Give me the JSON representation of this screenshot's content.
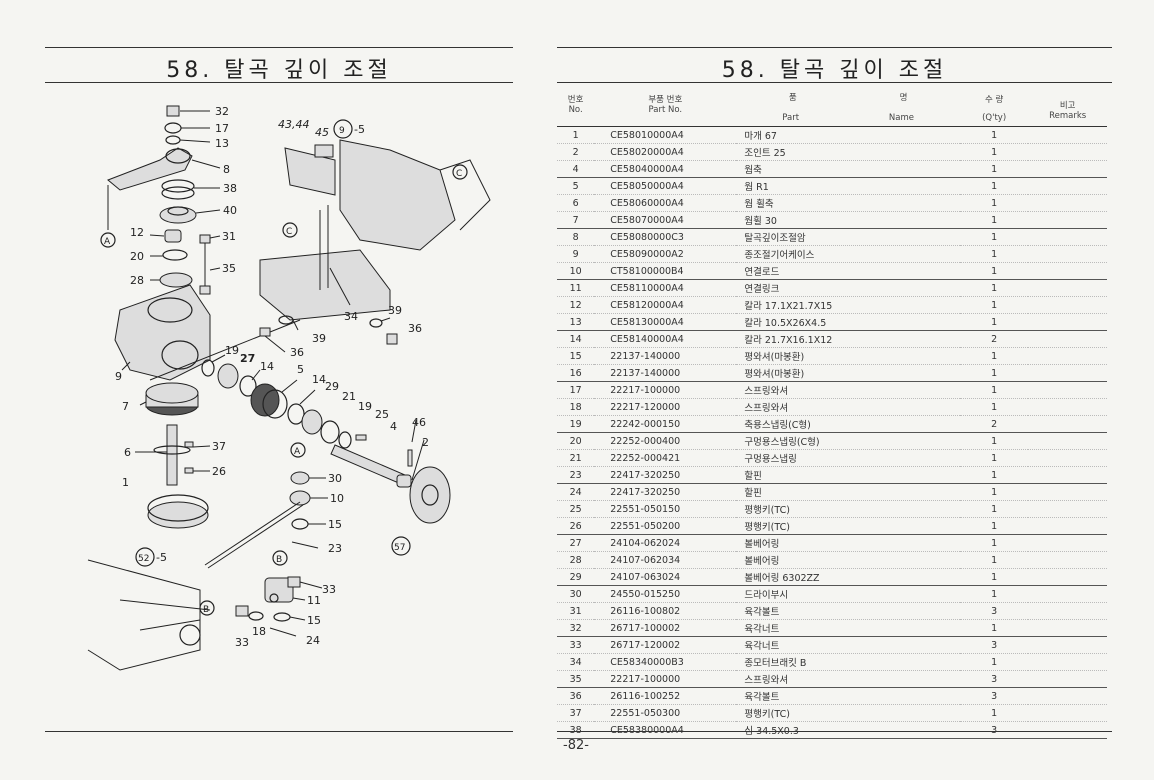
{
  "left": {
    "title": "58. 탈곡 깊이 조절",
    "callouts": [
      {
        "id": "c32",
        "text": "32"
      },
      {
        "id": "c17",
        "text": "17"
      },
      {
        "id": "c13",
        "text": "13"
      },
      {
        "id": "c8",
        "text": "8"
      },
      {
        "id": "c38",
        "text": "38"
      },
      {
        "id": "c40",
        "text": "40"
      },
      {
        "id": "c12",
        "text": "12"
      },
      {
        "id": "c31",
        "text": "31"
      },
      {
        "id": "c20",
        "text": "20"
      },
      {
        "id": "c35",
        "text": "35"
      },
      {
        "id": "c28",
        "text": "28"
      },
      {
        "id": "c9",
        "text": "9"
      },
      {
        "id": "c19",
        "text": "19"
      },
      {
        "id": "c27",
        "text": "27"
      },
      {
        "id": "c14",
        "text": "14"
      },
      {
        "id": "c5",
        "text": "5"
      },
      {
        "id": "c14b",
        "text": "14"
      },
      {
        "id": "c29",
        "text": "29"
      },
      {
        "id": "c21",
        "text": "21"
      },
      {
        "id": "c19b",
        "text": "19"
      },
      {
        "id": "c25",
        "text": "25"
      },
      {
        "id": "c4",
        "text": "4"
      },
      {
        "id": "c46",
        "text": "46"
      },
      {
        "id": "c2",
        "text": "2"
      },
      {
        "id": "c7",
        "text": "7"
      },
      {
        "id": "c6",
        "text": "6"
      },
      {
        "id": "c37",
        "text": "37"
      },
      {
        "id": "c26",
        "text": "26"
      },
      {
        "id": "c1",
        "text": "1"
      },
      {
        "id": "c30",
        "text": "30"
      },
      {
        "id": "c10",
        "text": "10"
      },
      {
        "id": "c15",
        "text": "15"
      },
      {
        "id": "c23",
        "text": "23"
      },
      {
        "id": "c52",
        "text": "52"
      },
      {
        "id": "c52s",
        "text": "-5"
      },
      {
        "id": "c33",
        "text": "33"
      },
      {
        "id": "c11",
        "text": "11"
      },
      {
        "id": "c15b",
        "text": "15"
      },
      {
        "id": "c18",
        "text": "18"
      },
      {
        "id": "c33b",
        "text": "33"
      },
      {
        "id": "c24",
        "text": "24"
      },
      {
        "id": "c43",
        "text": "43,44"
      },
      {
        "id": "c45",
        "text": "45"
      },
      {
        "id": "c9r",
        "text": "9"
      },
      {
        "id": "c9rs",
        "text": "-5"
      },
      {
        "id": "c36",
        "text": "36"
      },
      {
        "id": "c39",
        "text": "39"
      },
      {
        "id": "c34",
        "text": "34"
      },
      {
        "id": "c39b",
        "text": "39"
      },
      {
        "id": "c36b",
        "text": "36"
      },
      {
        "id": "c57",
        "text": "57"
      },
      {
        "id": "cA1",
        "text": "A"
      },
      {
        "id": "cA2",
        "text": "A"
      },
      {
        "id": "cB1",
        "text": "B"
      },
      {
        "id": "cB2",
        "text": "B"
      },
      {
        "id": "cC1",
        "text": "C"
      },
      {
        "id": "cC2",
        "text": "C"
      }
    ]
  },
  "right": {
    "title": "58. 탈곡 깊이 조절",
    "headers": {
      "no_ko": "번호",
      "no_en": "No.",
      "part_ko": "부품 번호",
      "part_en": "Part  No.",
      "name_ko_1": "품",
      "name_ko_2": "명",
      "name_en_1": "Part",
      "name_en_2": "Name",
      "qty_ko": "수  량",
      "qty_en": "(Q'ty)",
      "remarks_ko": "비고",
      "remarks_en": "Remarks"
    },
    "rows": [
      {
        "no": "1",
        "part": "CE58010000A4",
        "name": "마개 67",
        "qty": "1"
      },
      {
        "no": "2",
        "part": "CE58020000A4",
        "name": "조인트 25",
        "qty": "1"
      },
      {
        "no": "4",
        "part": "CE58040000A4",
        "name": "웜축",
        "qty": "1"
      },
      {
        "no": "5",
        "part": "CE58050000A4",
        "name": "웜 R1",
        "qty": "1"
      },
      {
        "no": "6",
        "part": "CE58060000A4",
        "name": "웜 휠축",
        "qty": "1"
      },
      {
        "no": "7",
        "part": "CE58070000A4",
        "name": "웜휠 30",
        "qty": "1"
      },
      {
        "no": "8",
        "part": "CE58080000C3",
        "name": "탈곡깊이조절암",
        "qty": "1"
      },
      {
        "no": "9",
        "part": "CE58090000A2",
        "name": "종조절기어케이스",
        "qty": "1"
      },
      {
        "no": "10",
        "part": "CT58100000B4",
        "name": "연결로드",
        "qty": "1"
      },
      {
        "no": "11",
        "part": "CE58110000A4",
        "name": "연결링크",
        "qty": "1"
      },
      {
        "no": "12",
        "part": "CE58120000A4",
        "name": "칼라 17.1X21.7X15",
        "qty": "1"
      },
      {
        "no": "13",
        "part": "CE58130000A4",
        "name": "칼라 10.5X26X4.5",
        "qty": "1"
      },
      {
        "no": "14",
        "part": "CE58140000A4",
        "name": "칼라 21.7X16.1X12",
        "qty": "2"
      },
      {
        "no": "15",
        "part": "22137-140000",
        "name": "평와셔(마봉환)",
        "qty": "1"
      },
      {
        "no": "16",
        "part": "22137-140000",
        "name": "평와셔(마봉환)",
        "qty": "1"
      },
      {
        "no": "17",
        "part": "22217-100000",
        "name": "스프링와셔",
        "qty": "1"
      },
      {
        "no": "18",
        "part": "22217-120000",
        "name": "스프링와셔",
        "qty": "1"
      },
      {
        "no": "19",
        "part": "22242-000150",
        "name": "축용스냅링(C형)",
        "qty": "2"
      },
      {
        "no": "20",
        "part": "22252-000400",
        "name": "구멍용스냅링(C형)",
        "qty": "1"
      },
      {
        "no": "21",
        "part": "22252-000421",
        "name": "구멍용스냅링",
        "qty": "1"
      },
      {
        "no": "23",
        "part": "22417-320250",
        "name": "할핀",
        "qty": "1"
      },
      {
        "no": "24",
        "part": "22417-320250",
        "name": "할핀",
        "qty": "1"
      },
      {
        "no": "25",
        "part": "22551-050150",
        "name": "평행키(TC)",
        "qty": "1"
      },
      {
        "no": "26",
        "part": "22551-050200",
        "name": "평행키(TC)",
        "qty": "1"
      },
      {
        "no": "27",
        "part": "24104-062024",
        "name": "볼베어링",
        "qty": "1"
      },
      {
        "no": "28",
        "part": "24107-062034",
        "name": "볼베어링",
        "qty": "1"
      },
      {
        "no": "29",
        "part": "24107-063024",
        "name": "볼베어링 6302ZZ",
        "qty": "1"
      },
      {
        "no": "30",
        "part": "24550-015250",
        "name": "드라이부시",
        "qty": "1"
      },
      {
        "no": "31",
        "part": "26116-100802",
        "name": "육각볼트",
        "qty": "3"
      },
      {
        "no": "32",
        "part": "26717-100002",
        "name": "육각너트",
        "qty": "1"
      },
      {
        "no": "33",
        "part": "26717-120002",
        "name": "육각너트",
        "qty": "3"
      },
      {
        "no": "34",
        "part": "CE58340000B3",
        "name": "종모터브래킷 B",
        "qty": "1"
      },
      {
        "no": "35",
        "part": "22217-100000",
        "name": "스프링와셔",
        "qty": "3"
      },
      {
        "no": "36",
        "part": "26116-100252",
        "name": "육각볼트",
        "qty": "3"
      },
      {
        "no": "37",
        "part": "22551-050300",
        "name": "평행키(TC)",
        "qty": "1"
      },
      {
        "no": "38",
        "part": "CE58380000A4",
        "name": "심 34.5X0.3",
        "qty": "3"
      }
    ],
    "page_number": "-82-"
  }
}
